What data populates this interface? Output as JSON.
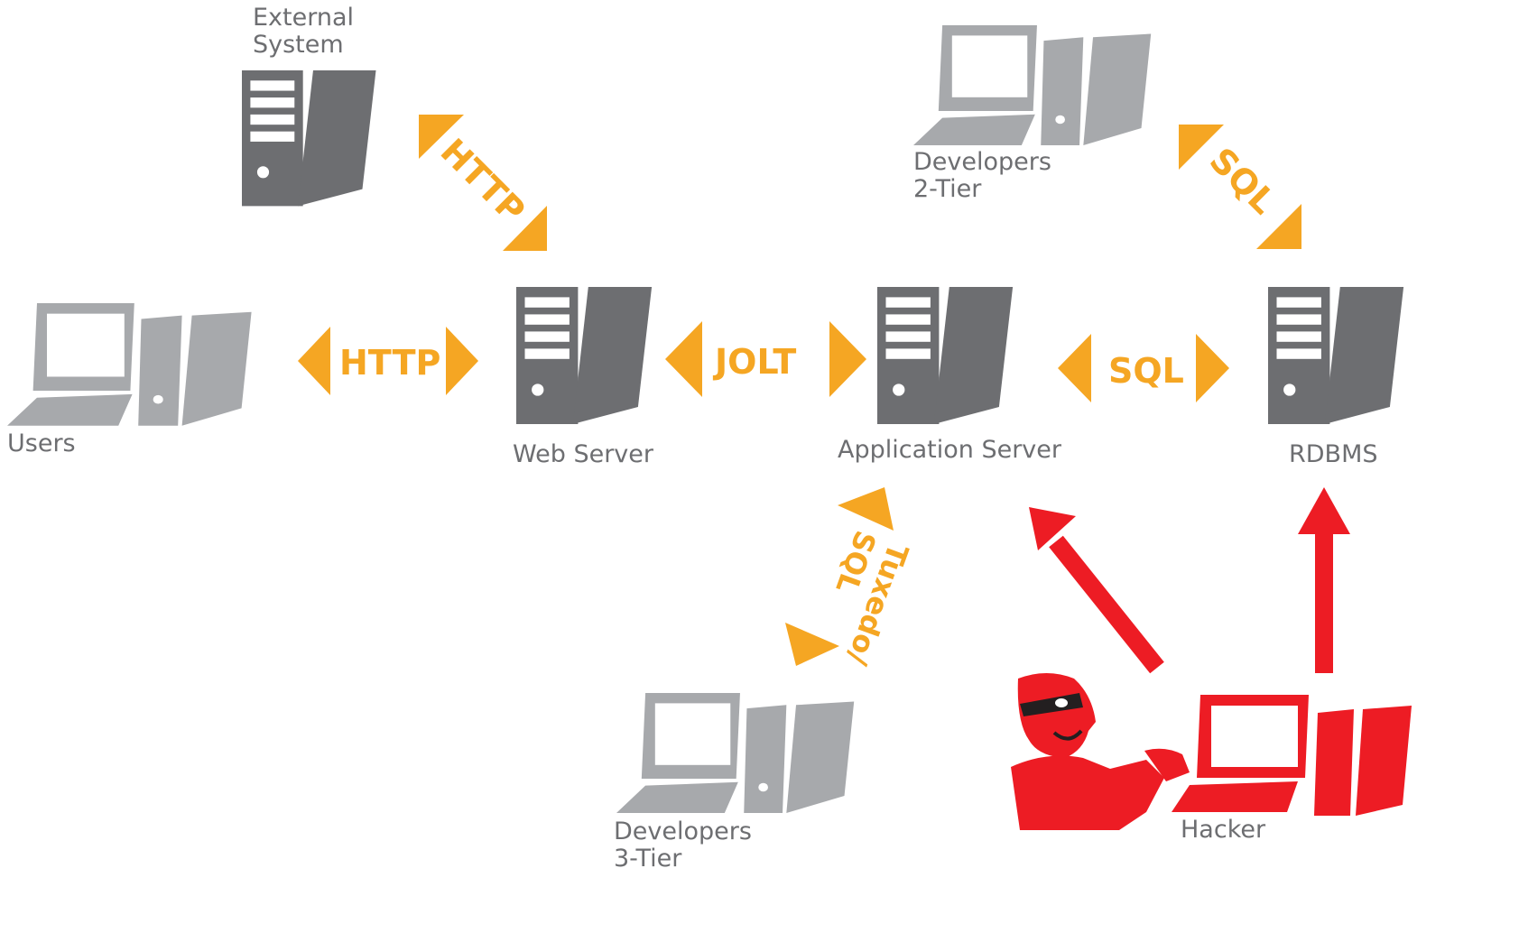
{
  "colors": {
    "server_dark": "#6d6e71",
    "server_light": "#ffffff",
    "workstation": "#a7a9ac",
    "connector": "#f5a623",
    "hacker": "#ed1c24",
    "text": "#6d6e71"
  },
  "nodes": {
    "external_system": {
      "line1": "External",
      "line2": "System",
      "icon": "server-icon"
    },
    "users": {
      "label": "Users",
      "icon": "workstation-icon"
    },
    "web_server": {
      "label": "Web Server",
      "icon": "server-icon"
    },
    "application_server": {
      "label": "Application Server",
      "icon": "server-icon"
    },
    "rdbms": {
      "label": "RDBMS",
      "icon": "server-icon"
    },
    "developers_2tier": {
      "line1": "Developers",
      "line2": "2-Tier",
      "icon": "workstation-icon"
    },
    "developers_3tier": {
      "line1": "Developers",
      "line2": "3-Tier",
      "icon": "workstation-icon"
    },
    "hacker": {
      "label": "Hacker",
      "icon": "hacker-icon"
    }
  },
  "connections": {
    "external_web": {
      "protocol": "HTTP"
    },
    "users_web": {
      "protocol": "HTTP"
    },
    "web_app": {
      "protocol": "JOLT"
    },
    "app_rdbms": {
      "protocol": "SQL"
    },
    "dev2_rdbms": {
      "protocol": "SQL"
    },
    "dev3_app": {
      "line1": "Tuxedo/",
      "line2": "SQL"
    }
  }
}
